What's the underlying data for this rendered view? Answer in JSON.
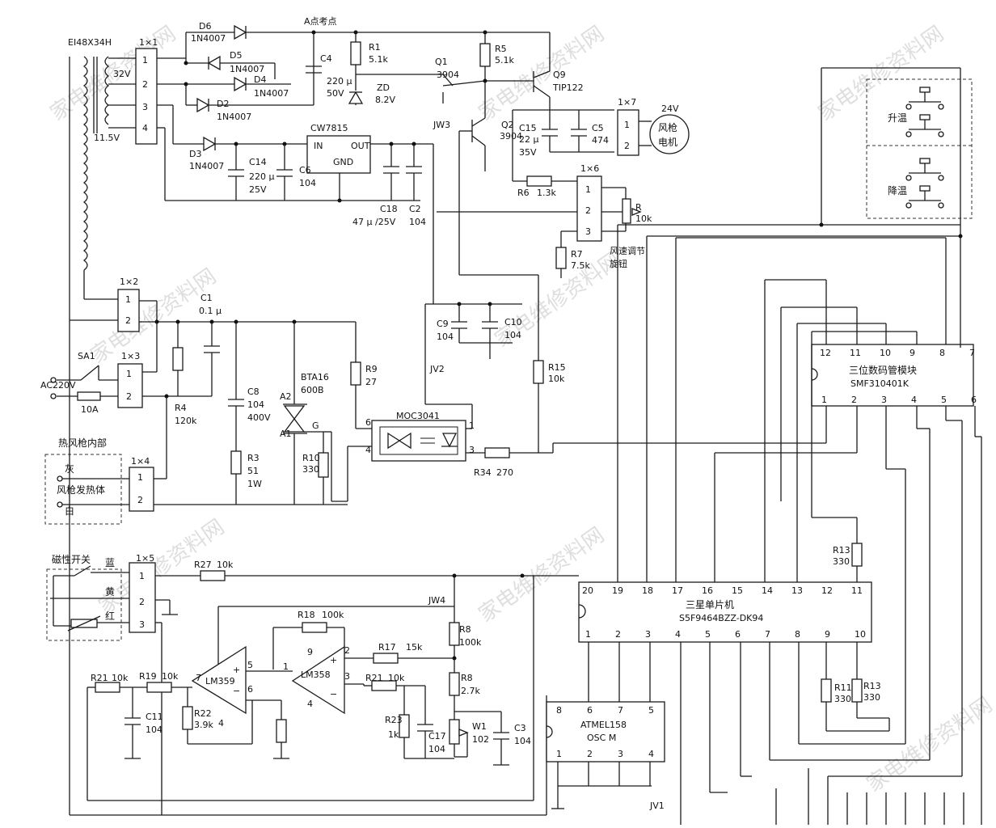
{
  "transformer": {
    "name": "EI48X34H",
    "v1": "32V",
    "v2": "11.5V"
  },
  "connectors": {
    "j1": {
      "name": "1×1",
      "pins": [
        "1",
        "2",
        "3",
        "4"
      ]
    },
    "j2": {
      "name": "1×2",
      "pins": [
        "1",
        "2"
      ]
    },
    "j3": {
      "name": "1×3",
      "pins": [
        "1",
        "2"
      ]
    },
    "j4": {
      "name": "1×4",
      "pins": [
        "1",
        "2"
      ]
    },
    "j5": {
      "name": "1×5",
      "pins": [
        "1",
        "2",
        "3"
      ]
    },
    "j6": {
      "name": "1×6",
      "pins": [
        "1",
        "2",
        "3"
      ]
    },
    "j7": {
      "name": "1×7",
      "pins": [
        "1",
        "2"
      ]
    }
  },
  "diodes": [
    {
      "ref": "D6",
      "part": "1N4007"
    },
    {
      "ref": "D5",
      "part": "1N4007"
    },
    {
      "ref": "D4",
      "part": "1N4007"
    },
    {
      "ref": "D2",
      "part": "1N4007"
    },
    {
      "ref": "D3",
      "part": "1N4007"
    }
  ],
  "apoint": "A点考点",
  "caps": {
    "c4": [
      "C4",
      "220 μ",
      "50V"
    ],
    "c14": [
      "C14",
      "220 μ",
      "25V"
    ],
    "c6": [
      "C6",
      "104"
    ],
    "c18": [
      "C18",
      "47 μ /25V"
    ],
    "c2": [
      "C2",
      "104"
    ],
    "c15": [
      "C15",
      "22 μ",
      "35V"
    ],
    "c5": [
      "C5",
      "474"
    ],
    "c1": [
      "C1",
      "0.1 μ"
    ],
    "c8": [
      "C8",
      "104",
      "400V"
    ],
    "c9": [
      "C9",
      "104"
    ],
    "c10": [
      "C10",
      "104"
    ],
    "c11": [
      "C11",
      "104"
    ],
    "c17": [
      "C17",
      "104"
    ],
    "c3": [
      "C3",
      "104"
    ]
  },
  "regulator": {
    "name": "CW7815",
    "in": "IN",
    "out": "OUT",
    "gnd": "GND"
  },
  "resistors": {
    "r1": [
      "R1",
      "5.1k"
    ],
    "r5": [
      "R5",
      "5.1k"
    ],
    "r6": [
      "R6",
      "1.3k"
    ],
    "r7": [
      "R7",
      "7.5k"
    ],
    "rpot": [
      "R",
      "10k"
    ],
    "r4": [
      "R4",
      "120k"
    ],
    "r3": [
      "R3",
      "51",
      "1W"
    ],
    "r9": [
      "R9",
      "27"
    ],
    "r10": [
      "R10",
      "330"
    ],
    "r15": [
      "R15",
      "10k"
    ],
    "r34": [
      "R34",
      "270"
    ],
    "r27": [
      "R27",
      "10k"
    ],
    "r18": [
      "R18",
      "100k"
    ],
    "r17": [
      "R17",
      "15k"
    ],
    "r8a": [
      "R8",
      "100k"
    ],
    "r8b": [
      "R8",
      "2.7k"
    ],
    "r21a": [
      "R21",
      "10k"
    ],
    "r19": [
      "R19",
      "10k"
    ],
    "r22": [
      "R22",
      "3.9k"
    ],
    "r21b": [
      "R21",
      "10k"
    ],
    "r23": [
      "R23",
      "1k"
    ],
    "w1": [
      "W1",
      "102"
    ],
    "r13a": [
      "R13",
      "330"
    ],
    "r11": [
      "R11",
      "330"
    ],
    "r13b": [
      "R13",
      "330"
    ]
  },
  "zener": [
    "ZD",
    "8.2V"
  ],
  "transistors": {
    "q1": [
      "Q1",
      "3904"
    ],
    "q2": [
      "Q2",
      "3904"
    ],
    "q9": [
      "Q9",
      "TIP122"
    ]
  },
  "fan": {
    "v": "24V",
    "label1": "风枪",
    "label2": "电机"
  },
  "speed_knob": {
    "l1": "风速调节",
    "l2": "旋钮"
  },
  "jumpers": {
    "jw3": "JW3",
    "jv2": "JV2",
    "jw4": "JW4",
    "jv1": "JV1"
  },
  "triac": [
    "BTA16",
    "600B",
    "A2",
    "A1",
    "G"
  ],
  "opto": {
    "name": "MOC3041",
    "p6": "6",
    "p4": "4",
    "p1": "1",
    "p3": "3"
  },
  "mains": {
    "sw": "SA1",
    "in": "AC220V",
    "fuse": "10A"
  },
  "heater": {
    "title": "热风枪内部",
    "grey": "灰",
    "name": "风枪发热体",
    "white": "白"
  },
  "magsw": {
    "name": "磁性开关",
    "blue": "蓝",
    "yellow": "黄",
    "red": "红"
  },
  "opamps": {
    "a": "LM359",
    "b": "LM358",
    "pa": [
      "7",
      "5",
      "6",
      "4"
    ],
    "pb": [
      "9",
      "1",
      "2",
      "3",
      "4"
    ]
  },
  "buttons": {
    "up": "升温",
    "down": "降温"
  },
  "display": {
    "name": "三位数码管模块",
    "part": "SMF310401K",
    "top": [
      "12",
      "11",
      "10",
      "9",
      "8",
      "7"
    ],
    "bottom": [
      "1",
      "2",
      "3",
      "4",
      "5",
      "6"
    ]
  },
  "mcu": {
    "name": "三星单片机",
    "part": "S5F9464BZZ-DK94",
    "top": [
      "20",
      "19",
      "18",
      "17",
      "16",
      "15",
      "14",
      "13",
      "12",
      "11"
    ],
    "bottom": [
      "1",
      "2",
      "3",
      "4",
      "5",
      "6",
      "7",
      "8",
      "9",
      "10"
    ]
  },
  "osc": {
    "name": "ATMEL158",
    "sub": "OSC M",
    "top": [
      "8",
      "6",
      "7",
      "5"
    ],
    "bottom": [
      "1",
      "2",
      "3",
      "4"
    ]
  }
}
